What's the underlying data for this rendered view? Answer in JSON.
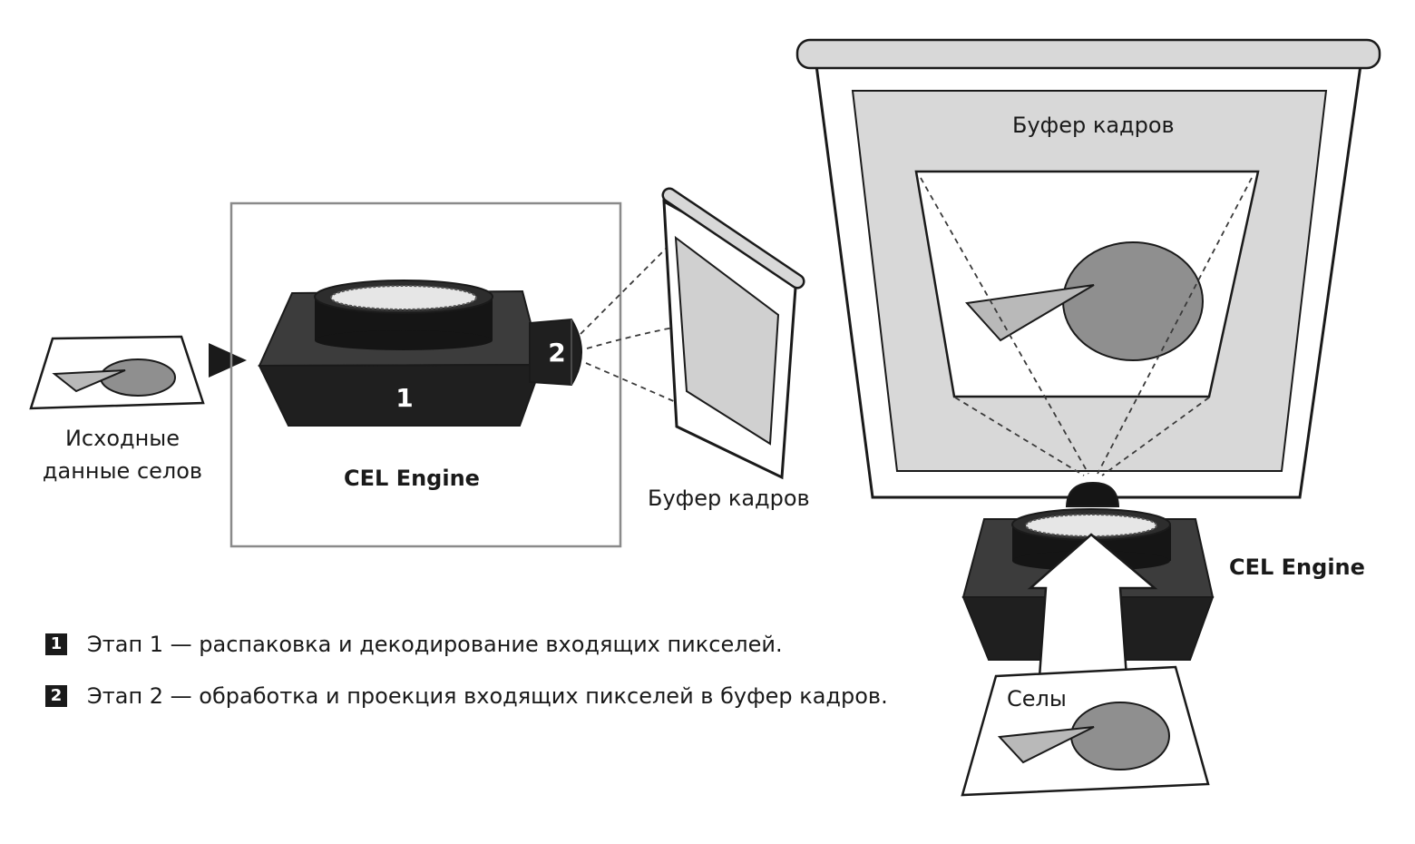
{
  "source": {
    "label_line1": "Исходные",
    "label_line2": "данные селов"
  },
  "engine_left": {
    "title": "CEL Engine",
    "stage1_marker": "1",
    "stage2_marker": "2"
  },
  "small_buffer": {
    "label": "Буфер кадров"
  },
  "big_screen": {
    "label": "Буфер кадров"
  },
  "engine_right": {
    "title": "CEL Engine"
  },
  "cel_sheet": {
    "label": "Селы"
  },
  "legend": [
    {
      "badge": "1",
      "text": "Этап 1 — распаковка и декодирование входящих пикселей."
    },
    {
      "badge": "2",
      "text": "Этап 2 — обработка и проекция входящих пикселей в буфер кадров."
    }
  ],
  "colors": {
    "ink": "#1a1a1a",
    "device_dark": "#2b2b2b",
    "device_top": "#4a4a4a",
    "shape_gray": "#8f8f8f",
    "shape_light": "#b9b9b9",
    "panel_gray": "#d8d8d8",
    "frame_border": "#8a8a8a"
  }
}
